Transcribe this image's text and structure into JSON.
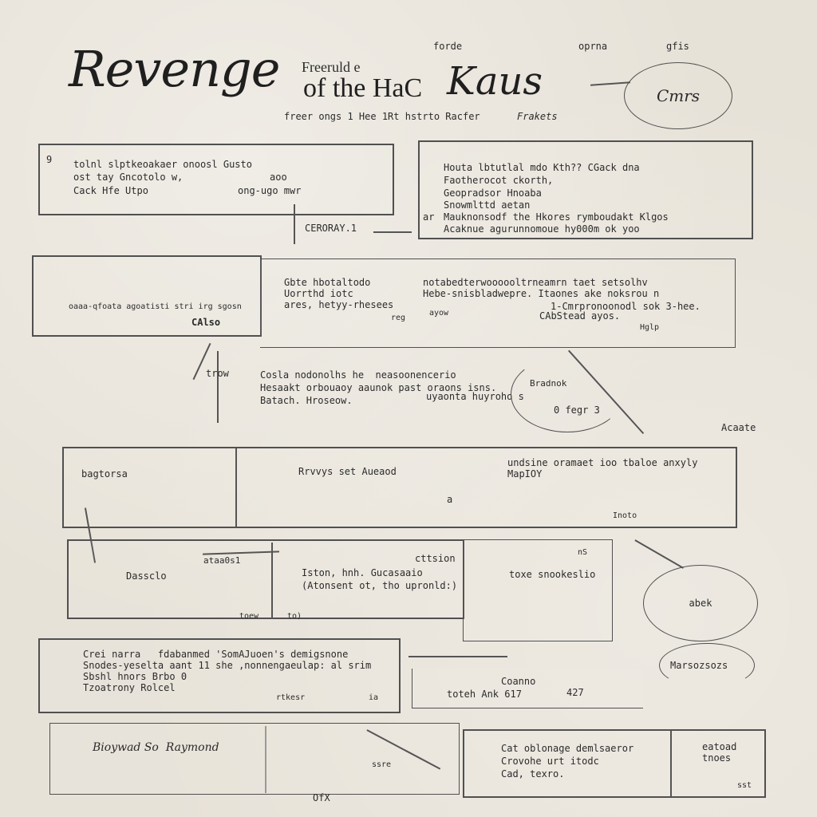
{
  "header": {
    "title_script": "Revenge",
    "subtitle_top": "Freeruld e",
    "title_serif": "of the HaC",
    "title_script2": "Kaus",
    "sub_line": "freer ongs 1 Hee 1Rt hstrto Racfer",
    "sub_line_right": "Frakets",
    "top_marks": [
      "forde",
      "oprna",
      "gfis"
    ],
    "bubble_text": "Cmrs"
  },
  "blocks": {
    "b1": {
      "marker": "9",
      "lines": [
        "tolnl slptkeoakaer onoosl Gusto",
        "ost tay Gncotolo w,",
        "Cack Hfe Utpo"
      ],
      "right_notes": [
        "aoo",
        "ong-ugo mwr"
      ],
      "below_label": "CERORAY.1"
    },
    "b2": {
      "lines": [
        "Houta lbtutlal mdo Kth?? CGack dna",
        "Faotherocot ckorth,",
        "Geopradsor Hnoaba",
        "Snowmlttd aetan",
        "Mauknonsodf the Hkores rymboudakt Klgos",
        "Acaknue agurunnomoue hy000m ok yoo"
      ],
      "left_mark": "ar"
    },
    "b3": {
      "small": "oaaa-qfoata agoatisti stri irg sgosn",
      "label": "CAlso"
    },
    "b4": {
      "left_lines": [
        "Gbte hbotaltodo",
        "Uorrthd iotc",
        "ares, hetyy-rhesees"
      ],
      "right_lines": [
        "notabedterwoooooltrneamrn taet setsolhv",
        "Hebe-snisbladwepre. Itaones ake noksrou n",
        "1-Cmrpronoonodl sok 3-hee.",
        "CAbStead ayos."
      ],
      "small_notes": [
        "reg",
        "ayow",
        "Hglp"
      ]
    },
    "b5": {
      "lines": [
        "Cosla nodonolhs he  neasoonencerio",
        "Hesaakt orbouaoy aaunok past oraons isns.",
        "Batach. Hroseow."
      ],
      "right": "uyaonta huyroho s",
      "left_mark": "trow",
      "circle_labels": [
        "Bradnok",
        "0 fegr 3"
      ],
      "edge_mark": "Acaate"
    },
    "b6": {
      "left": "bagtorsa",
      "middle": "Rrvvys set Aueaod",
      "center_small": "a",
      "right_lines": [
        "undsine oramaet ioo tbaloe anxyly",
        "MapIOY"
      ],
      "right_small": "Inoto"
    },
    "b7": {
      "left_label": "Dassclo",
      "top_label": "ataa0s1",
      "mid_lines": [
        "Iston, hnh. Gucasaaio",
        "(Atonsent ot, tho upronld:)"
      ],
      "top_right": "cttsion",
      "right_label": "toxe snookeslio",
      "small_bits": [
        "toew",
        "to)",
        "nS"
      ],
      "ellipse": "abek"
    },
    "b8": {
      "lines": [
        "Crei narra   fdabanmed 'SomAJuoen's demigsnone",
        "Snodes-yeselta aant 11 she ,nonnengaeulap: al srim",
        "Sbshl hnors Brbo 0",
        "Tzoatrony Rolcel"
      ],
      "foot": "rtkesr",
      "foot2": "ia",
      "right_lines": [
        "Coanno",
        "toteh Ank 617"
      ],
      "right_number": "427",
      "ellipse_label": "Marsozsozs"
    },
    "b9": {
      "handwrite": "Bioywad So  Raymond",
      "mark": "OfX",
      "small": "ssre"
    },
    "b10": {
      "lines": [
        "Cat oblonage demlsaeror",
        "Crovohe urt itodc",
        "Cad, texro."
      ],
      "side": [
        "eatoad",
        "tnoes"
      ],
      "corner": "sst"
    }
  }
}
